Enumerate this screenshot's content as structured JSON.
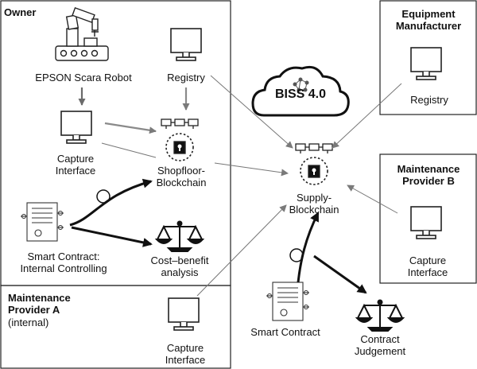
{
  "owner": {
    "title": "Owner",
    "robot_label": "EPSON Scara Robot",
    "registry_label": "Registry",
    "capture_label_line1": "Capture",
    "capture_label_line2": "Interface",
    "shopfloor_line1": "Shopfloor-",
    "shopfloor_line2": "Blockchain",
    "smart_contract_line1": "Smart Contract:",
    "smart_contract_line2": "Internal Controlling",
    "cost_line1": "Cost–benefit",
    "cost_line2": "analysis"
  },
  "equipment_manufacturer": {
    "title_line1": "Equipment",
    "title_line2": "Manufacturer",
    "registry_label": "Registry"
  },
  "maintenance_b": {
    "title_line1": "Maintenance",
    "title_line2": "Provider B",
    "capture_line1": "Capture",
    "capture_line2": "Interface"
  },
  "maintenance_a": {
    "title_line1": "Maintenance",
    "title_line2": "Provider A",
    "subtitle": "(internal)",
    "capture_line1": "Capture",
    "capture_line2": "Interface"
  },
  "center": {
    "cloud_label": "BISS 4.0",
    "supply_line1": "Supply-",
    "supply_line2": "Blockchain",
    "smart_contract_label": "Smart Contract",
    "judgement_line1": "Contract",
    "judgement_line2": "Judgement"
  }
}
